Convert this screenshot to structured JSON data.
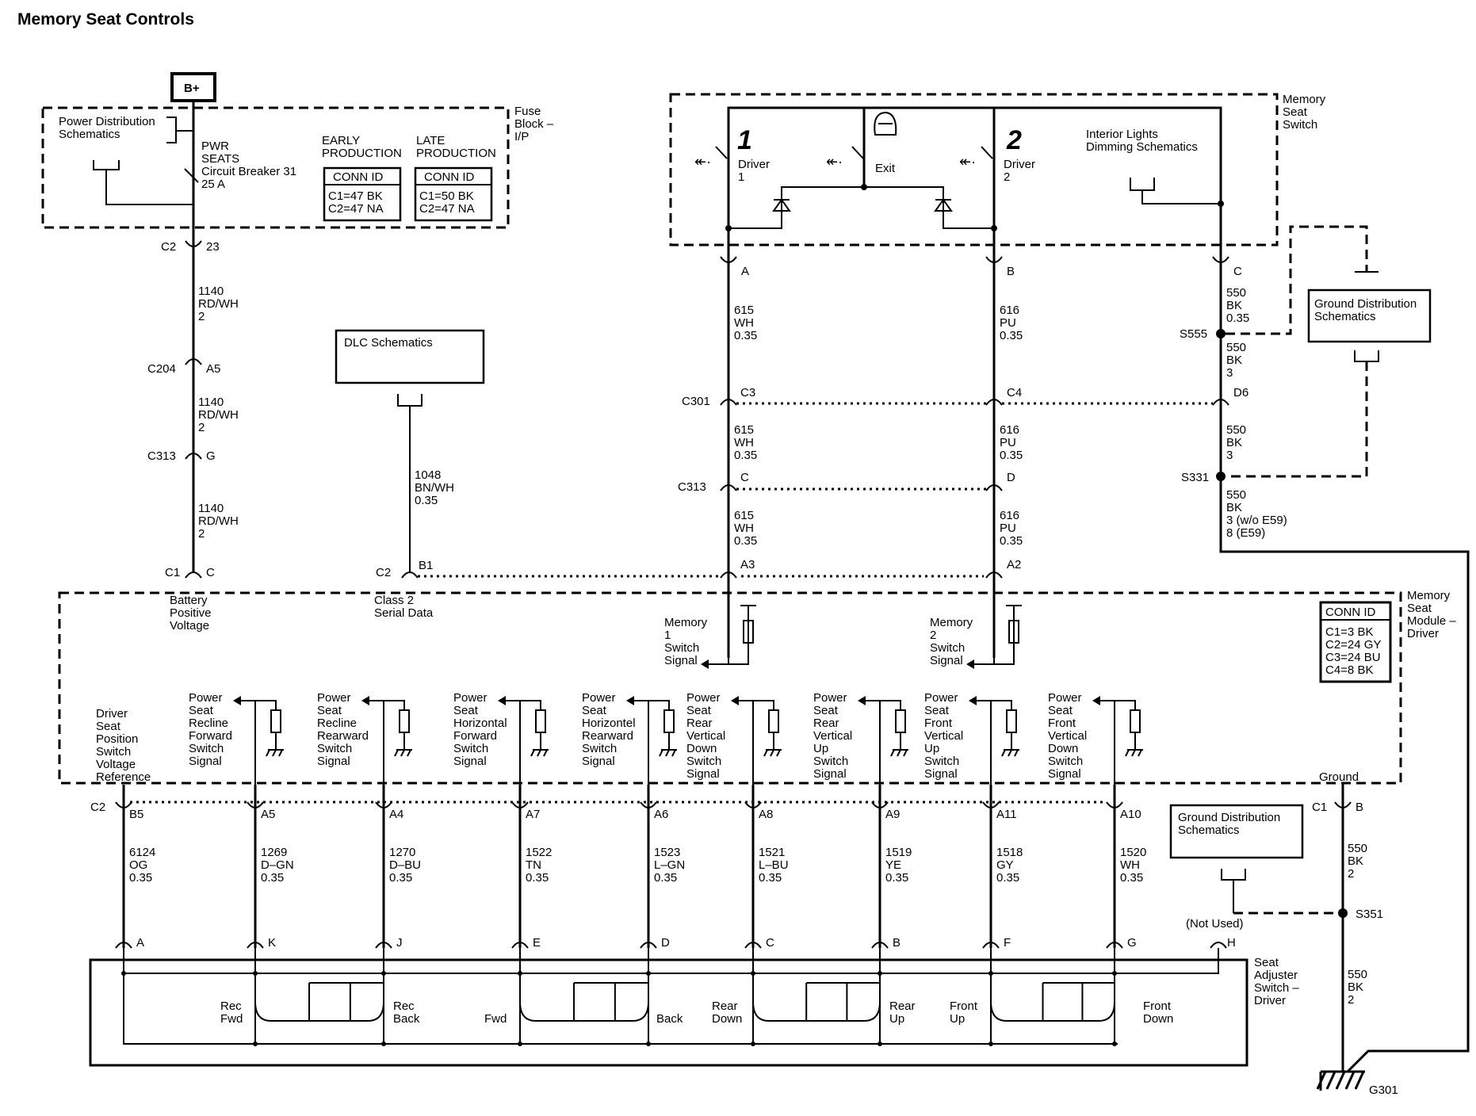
{
  "title": "Memory Seat Controls",
  "bplus": "B+",
  "fuse_block": {
    "power_distribution_schematics": [
      "Power Distribution",
      "Schematics"
    ],
    "breaker": [
      "PWR",
      "SEATS",
      "Circuit Breaker 31",
      "25 A"
    ],
    "early_production": [
      "EARLY",
      "PRODUCTION"
    ],
    "late_production": [
      "LATE",
      "PRODUCTION"
    ],
    "conn_id_label": "CONN ID",
    "early_conn": [
      "C1=47 BK",
      "C2=47 NA"
    ],
    "late_conn": [
      "C1=50 BK",
      "C2=47 NA"
    ],
    "label": [
      "Fuse",
      "Block –",
      "I/P"
    ]
  },
  "left_feed": {
    "c2_23": [
      "C2",
      "23"
    ],
    "wire1": [
      "1140",
      "RD/WH",
      "2"
    ],
    "c204": [
      "C204",
      "A5"
    ],
    "wire2": [
      "1140",
      "RD/WH",
      "2"
    ],
    "c313": [
      "C313",
      "G"
    ],
    "wire3": [
      "1140",
      "RD/WH",
      "2"
    ],
    "c1": [
      "C1",
      "C"
    ],
    "function": [
      "Battery",
      "Positive",
      "Voltage"
    ]
  },
  "dlc": {
    "box": "DLC Schematics",
    "wire": [
      "1048",
      "BN/WH",
      "0.35"
    ],
    "conn": [
      "C2",
      "B1"
    ],
    "function": [
      "Class 2",
      "Serial Data"
    ]
  },
  "memory_seat_switch": {
    "label": [
      "Memory",
      "Seat",
      "Switch"
    ],
    "driver1_num": "1",
    "driver1": [
      "Driver",
      "1"
    ],
    "exit": "Exit",
    "driver2_num": "2",
    "driver2": [
      "Driver",
      "2"
    ],
    "interior": [
      "Interior Lights",
      "Dimming Schematics"
    ],
    "pins": [
      "A",
      "B",
      "C"
    ]
  },
  "switch_wires": {
    "w615_a": [
      "615",
      "WH",
      "0.35"
    ],
    "w616_a": [
      "616",
      "PU",
      "0.35"
    ],
    "w550_a": [
      "550",
      "BK",
      "0.35"
    ],
    "s555": "S555",
    "w550_b": [
      "550",
      "BK",
      "3"
    ],
    "c301": "C301",
    "c3": "C3",
    "c4": "C4",
    "d6": "D6",
    "w615_b": [
      "615",
      "WH",
      "0.35"
    ],
    "w616_b": [
      "616",
      "PU",
      "0.35"
    ],
    "w550_c": [
      "550",
      "BK",
      "3"
    ],
    "c313": "C313",
    "c_pin": "C",
    "d_pin": "D",
    "s331": "S331",
    "w615_c": [
      "615",
      "WH",
      "0.35"
    ],
    "w616_c": [
      "616",
      "PU",
      "0.35"
    ],
    "w550_d": [
      "550",
      "BK",
      "3 (w/o E59)",
      "8 (E59)"
    ],
    "a3": "A3",
    "a2": "A2"
  },
  "ground_dist_top": [
    "Ground Distribution",
    "Schematics"
  ],
  "module": {
    "label": [
      "Memory",
      "Seat",
      "Module –",
      "Driver"
    ],
    "conn_id_label": "CONN ID",
    "conn_ids": [
      "C1=3 BK",
      "C2=24 GY",
      "C3=24 BU",
      "C4=8 BK"
    ],
    "memory1": [
      "Memory",
      "1",
      "Switch",
      "Signal"
    ],
    "memory2": [
      "Memory",
      "2",
      "Switch",
      "Signal"
    ],
    "ground": "Ground"
  },
  "signals": [
    {
      "label": [
        "Driver",
        "Seat",
        "Position",
        "Switch",
        "Voltage",
        "Reference"
      ],
      "pin": "B5",
      "wire": [
        "6124",
        "OG",
        "0.35"
      ],
      "seat_pin": "A"
    },
    {
      "label": [
        "Power",
        "Seat",
        "Recline",
        "Forward",
        "Switch",
        "Signal"
      ],
      "pin": "A5",
      "wire": [
        "1269",
        "D–GN",
        "0.35"
      ],
      "seat_pin": "K"
    },
    {
      "label": [
        "Power",
        "Seat",
        "Recline",
        "Rearward",
        "Switch",
        "Signal"
      ],
      "pin": "A4",
      "wire": [
        "1270",
        "D–BU",
        "0.35"
      ],
      "seat_pin": "J"
    },
    {
      "label": [
        "Power",
        "Seat",
        "Horizontal",
        "Forward",
        "Switch",
        "Signal"
      ],
      "pin": "A7",
      "wire": [
        "1522",
        "TN",
        "0.35"
      ],
      "seat_pin": "E"
    },
    {
      "label": [
        "Power",
        "Seat",
        "Horizontel",
        "Rearward",
        "Switch",
        "Signal"
      ],
      "pin": "A6",
      "wire": [
        "1523",
        "L–GN",
        "0.35"
      ],
      "seat_pin": "D"
    },
    {
      "label": [
        "Power",
        "Seat",
        "Rear",
        "Vertical",
        "Down",
        "Switch",
        "Signal"
      ],
      "pin": "A8",
      "wire": [
        "1521",
        "L–BU",
        "0.35"
      ],
      "seat_pin": "C"
    },
    {
      "label": [
        "Power",
        "Seat",
        "Rear",
        "Vertical",
        "Up",
        "Switch",
        "Signal"
      ],
      "pin": "A9",
      "wire": [
        "1519",
        "YE",
        "0.35"
      ],
      "seat_pin": "B"
    },
    {
      "label": [
        "Power",
        "Seat",
        "Front",
        "Vertical",
        "Up",
        "Switch",
        "Signal"
      ],
      "pin": "A11",
      "wire": [
        "1518",
        "GY",
        "0.35"
      ],
      "seat_pin": "F"
    },
    {
      "label": [
        "Power",
        "Seat",
        "Front",
        "Vertical",
        "Down",
        "Switch",
        "Signal"
      ],
      "pin": "A10",
      "wire": [
        "1520",
        "WH",
        "0.35"
      ],
      "seat_pin": "G"
    }
  ],
  "c2_label": "C2",
  "ground_side": {
    "c1": "C1",
    "b": "B",
    "wire1": [
      "550",
      "BK",
      "2"
    ],
    "s351": "S351",
    "wire2": [
      "550",
      "BK",
      "2"
    ],
    "g301": "G301",
    "ground_dist": [
      "Ground Distribution",
      "Schematics"
    ],
    "not_used": "(Not Used)",
    "h": "H"
  },
  "seat_adjuster": {
    "label": [
      "Seat",
      "Adjuster",
      "Switch –",
      "Driver"
    ],
    "switch_labels": {
      "rec_fwd": [
        "Rec",
        "Fwd"
      ],
      "rec_back": [
        "Rec",
        "Back"
      ],
      "fwd": "Fwd",
      "back": "Back",
      "rear_down": [
        "Rear",
        "Down"
      ],
      "rear_up": [
        "Rear",
        "Up"
      ],
      "front_up": [
        "Front",
        "Up"
      ],
      "front_down": [
        "Front",
        "Down"
      ]
    }
  }
}
